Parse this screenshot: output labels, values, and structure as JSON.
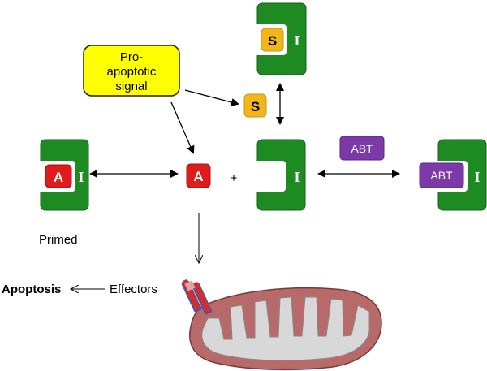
{
  "signal": {
    "label_lines": [
      "Pro-",
      "apoptotic",
      "signal"
    ]
  },
  "sensitizer": {
    "letter": "S"
  },
  "activator": {
    "letter": "A"
  },
  "inhibitor": {
    "letter": "I"
  },
  "drug": {
    "label": "ABT"
  },
  "plus": "+",
  "primed_label": "Primed",
  "effectors_label": "Effectors",
  "apoptosis_label": "Apoptosis",
  "colors": {
    "inhibitor_green": "#1e8a22",
    "inhibitor_green_dark": "#145f17",
    "activator_red": "#e01b1b",
    "sensitizer_yellow": "#f3b619",
    "drug_purple": "#7b3aa7",
    "signal_yellow": "#ffff00",
    "mito_outer": "#b86a6a",
    "mito_outer_dark": "#7a3a3a",
    "mito_inner": "#d8d8d8",
    "effector_red": "#d62b2b",
    "effector_blue": "#3b5fae"
  }
}
